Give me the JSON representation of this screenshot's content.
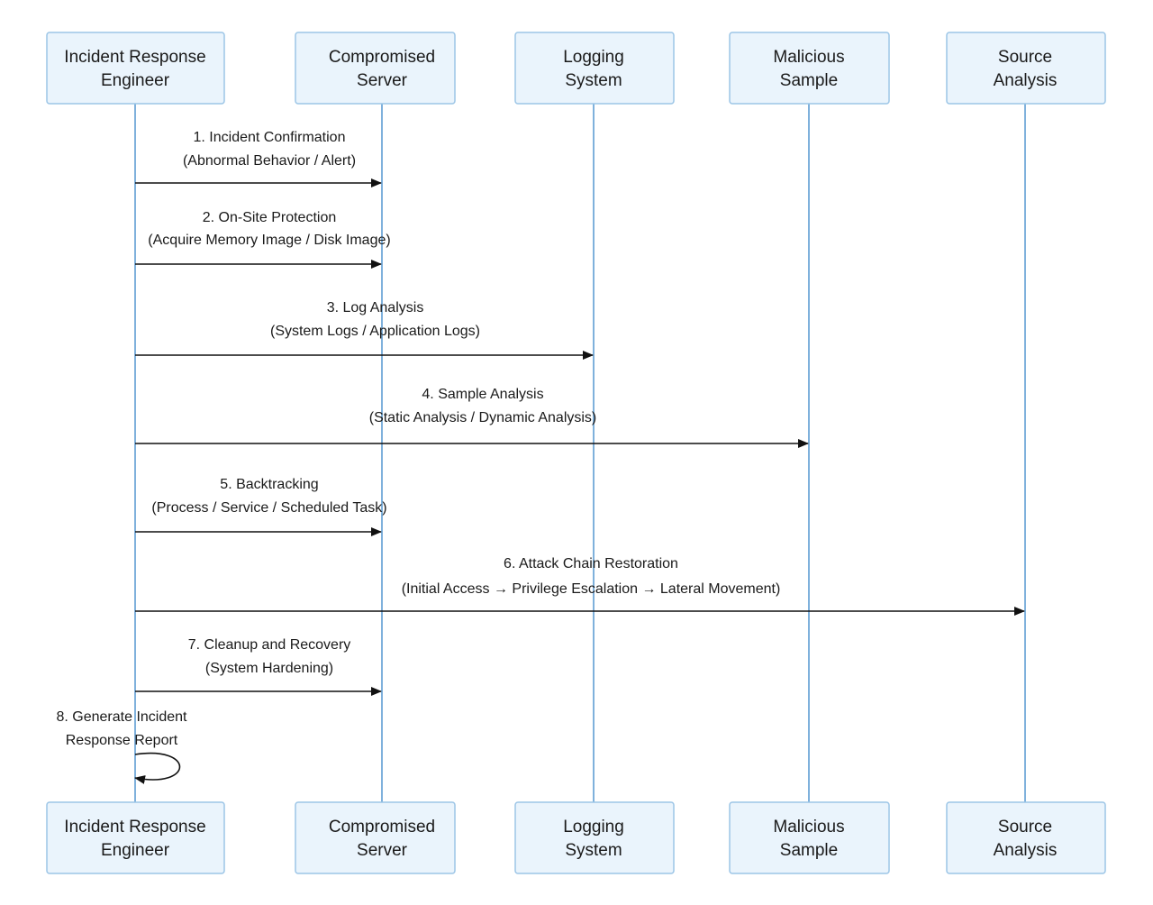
{
  "participants": [
    {
      "id": "engineer",
      "lines": [
        "Incident Response",
        "Engineer"
      ]
    },
    {
      "id": "server",
      "lines": [
        "Compromised",
        "Server"
      ]
    },
    {
      "id": "logging",
      "lines": [
        "Logging",
        "System"
      ]
    },
    {
      "id": "sample",
      "lines": [
        "Malicious",
        "Sample"
      ]
    },
    {
      "id": "source",
      "lines": [
        "Source",
        "Analysis"
      ]
    }
  ],
  "messages": [
    {
      "from": "engineer",
      "to": "server",
      "lines": [
        "1. Incident Confirmation",
        "(Abnormal Behavior / Alert)"
      ]
    },
    {
      "from": "engineer",
      "to": "server",
      "lines": [
        "2. On-Site Protection",
        "(Acquire Memory Image / Disk Image)"
      ]
    },
    {
      "from": "engineer",
      "to": "logging",
      "lines": [
        "3. Log Analysis",
        "(System Logs / Application Logs)"
      ]
    },
    {
      "from": "engineer",
      "to": "sample",
      "lines": [
        "4. Sample Analysis",
        "(Static Analysis / Dynamic Analysis)"
      ]
    },
    {
      "from": "engineer",
      "to": "server",
      "lines": [
        "5. Backtracking",
        "(Process / Service / Scheduled Task)"
      ]
    },
    {
      "from": "engineer",
      "to": "source",
      "lines": [
        "6. Attack Chain Restoration",
        "(Initial Access → Privilege Escalation → Lateral Movement)"
      ]
    },
    {
      "from": "engineer",
      "to": "server",
      "lines": [
        "7. Cleanup and Recovery",
        "(System Hardening)"
      ]
    },
    {
      "from": "engineer",
      "to": "engineer",
      "lines": [
        "8. Generate Incident",
        "Response Report"
      ]
    }
  ],
  "colors": {
    "box_fill": "#eaf4fc",
    "box_border": "#9cc5e6",
    "lifeline": "#7fb1dc",
    "arrow": "#111111"
  }
}
